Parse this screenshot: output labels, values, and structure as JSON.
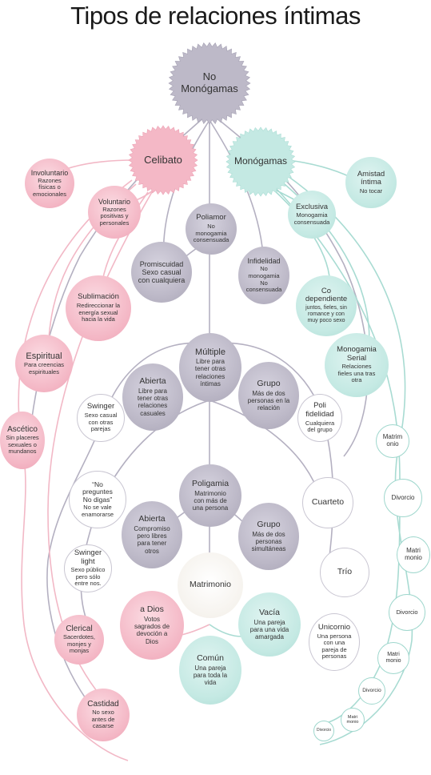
{
  "title": "Tipos de relaciones íntimas",
  "nodes": {
    "no_monogamas": {
      "title": "No\nMonógamas"
    },
    "celibato": {
      "title": "Celibato"
    },
    "monogamas": {
      "title": "Monógamas"
    },
    "involuntario": {
      "title": "Involuntario",
      "sub": "Razones\nfísicas o\nemocionales"
    },
    "voluntario": {
      "title": "Voluntario",
      "sub": "Razones\npositivas y\npersonales"
    },
    "poliamor": {
      "title": "Poliamor",
      "sub": "No\nmonogamia\nconsensuada"
    },
    "exclusiva": {
      "title": "Exclusiva",
      "sub": "Monogamia\nconsensuada"
    },
    "amistad": {
      "title": "Amistad\níntima",
      "sub": "No tocar"
    },
    "promiscuidad": {
      "title": "Promiscuidad\nSexo casual\ncon cualquiera"
    },
    "infidelidad": {
      "title": "Infidelidad",
      "sub": "No\nmonogamia\nNo\nconsensuada"
    },
    "sublimacion": {
      "title": "Sublimación",
      "sub": "Redireccionar la\nenergía sexual\nhacia la vida"
    },
    "codependiente": {
      "title": "Co\ndependiente",
      "sub": "juntos, fieles, sin\nromance y con\nmuy poco sexo"
    },
    "espiritual": {
      "title": "Espiritual",
      "sub": "Para creencias\nespirituales"
    },
    "multiple": {
      "title": "Múltiple",
      "sub": "Libre para\ntener otras\nrelaciones\níntimas"
    },
    "monogamia_serial": {
      "title": "Monogamia\nSerial",
      "sub": "Relaciones\nfieles una tras\notra"
    },
    "abierta1": {
      "title": "Abierta",
      "sub": "Libre para\ntener otras\nrelaciones\ncasuales"
    },
    "grupo1": {
      "title": "Grupo",
      "sub": "Más de dos\npersonas en la\nrelación"
    },
    "swinger": {
      "title": "Swinger",
      "sub": "Sexo casual\ncon otras\nparejas"
    },
    "polifidelidad": {
      "title": "Poli\nfidelidad",
      "sub": "Cualquiera\ndel grupo"
    },
    "ascetico": {
      "title": "Ascético",
      "sub": "Sin placeres\nsexuales o\nmundanos"
    },
    "matrimonio_a": {
      "title": "Matrim\nonio"
    },
    "poligamia": {
      "title": "Poligamia",
      "sub": "Matrimonio\ncon más de\nuna persona"
    },
    "no_preguntes": {
      "title": "“No\npreguntes\nNo digas”",
      "sub": "No se vale\nenamorarse"
    },
    "cuarteto": {
      "title": "Cuarteto"
    },
    "divorcio_a": {
      "title": "Divorcio"
    },
    "abierta2": {
      "title": "Abierta",
      "sub": "Compromiso\npero libres\npara tener\notros"
    },
    "grupo2": {
      "title": "Grupo",
      "sub": "Más de dos\npersonas\nsimultáneas"
    },
    "matri_b": {
      "title": "Matri\nmonio"
    },
    "swinger_light": {
      "title": "Swinger\nlight",
      "sub": "Sexo público\npero sólo\nentre nos."
    },
    "matrimonio": {
      "title": "Matrimonio"
    },
    "trio": {
      "title": "Trío"
    },
    "a_dios": {
      "title": "a Dios",
      "sub": "Votos\nsagrados de\ndevoción a\nDios"
    },
    "vacia": {
      "title": "Vacía",
      "sub": "Una pareja\npara una vida\namargada"
    },
    "divorcio_b": {
      "title": "Divorcio"
    },
    "clerical": {
      "title": "Clerical",
      "sub": "Sacerdotes,\nmonjes y\nmonjas"
    },
    "unicornio": {
      "title": "Unicornio",
      "sub": "Una persona\ncon una\npareja de\npersonas"
    },
    "matri_c": {
      "title": "Matri\nmonio"
    },
    "comun": {
      "title": "Común",
      "sub": "Una pareja\npara toda la\nvida"
    },
    "divorcio_c": {
      "title": "Divorcio"
    },
    "castidad": {
      "title": "Castidad",
      "sub": "No sexo\nantes de\ncasarse"
    },
    "matri_d": {
      "title": "Matri\nmonio"
    },
    "divorcio_d": {
      "title": "Divorcio"
    }
  },
  "colors": {
    "grey_line": "#aeaabb",
    "pink_line": "#f1b3c2",
    "teal_line": "#a8dbd2",
    "grey": "#bdb9c8",
    "pink": "#f4b8c6",
    "teal": "#c4e9e3"
  }
}
